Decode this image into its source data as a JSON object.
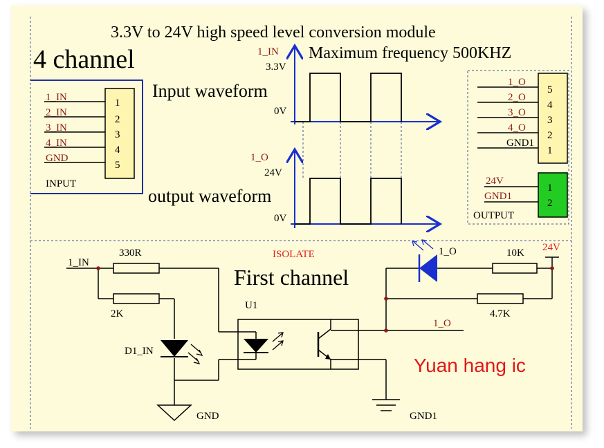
{
  "title": "3.3V to 24V high speed level conversion module",
  "subtitle": "Maximum frequency 500KHZ",
  "channels_label": "4 channel",
  "input_block": {
    "pins": [
      "1_IN",
      "2_IN",
      "3_IN",
      "4_IN",
      "GND"
    ],
    "numbers": [
      "1",
      "2",
      "3",
      "4",
      "5"
    ],
    "label": "INPUT"
  },
  "waveform": {
    "input_title": "Input waveform",
    "input_signal": "1_IN",
    "input_high": "3.3V",
    "input_low": "0V",
    "output_title": "output waveform",
    "output_signal": "1_O",
    "output_high": "24V",
    "output_low": "0V"
  },
  "output_block": {
    "pins": [
      "1_O",
      "2_O",
      "3_O",
      "4_O",
      "GND1"
    ],
    "numbers": [
      "5",
      "4",
      "3",
      "2",
      "1"
    ],
    "power_pins": [
      "24V",
      "GND1"
    ],
    "power_numbers": [
      "1",
      "2"
    ],
    "label": "OUTPUT",
    "power_color": "#22cc22",
    "header_color": "#fdf5b0"
  },
  "schematic": {
    "isolate_label": "ISOLATE",
    "channel_title": "First channel",
    "input_net": "1_IN",
    "r_series": "330R",
    "r_shunt": "2K",
    "led_in": "D1_IN",
    "optocoupler": "U1",
    "gnd_in": "GND",
    "gnd_out": "GND1",
    "led_out": "1_O",
    "r_led_out": "10K",
    "supply": "24V",
    "r_pullup": "4.7K",
    "output_net": "1_O"
  },
  "brand": "Yuan hang ic"
}
